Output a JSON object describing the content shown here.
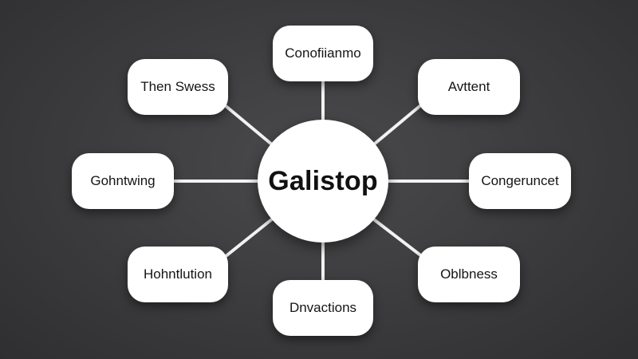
{
  "diagram": {
    "center": {
      "label": "Galistop"
    },
    "nodes": [
      {
        "id": "top",
        "label": "Conofiianmo"
      },
      {
        "id": "top-left",
        "label": "Then Swess"
      },
      {
        "id": "top-right",
        "label": "Avttent"
      },
      {
        "id": "left",
        "label": "Gohntwing"
      },
      {
        "id": "right",
        "label": "Congeruncet"
      },
      {
        "id": "bottom-left",
        "label": "Hohntlution"
      },
      {
        "id": "bottom-right",
        "label": "Oblbness"
      },
      {
        "id": "bottom",
        "label": "Dnvactions"
      }
    ]
  },
  "colors": {
    "background": "#3b3b3d",
    "node_fill": "#ffffff",
    "connector": "#f2f2f2",
    "text": "#111111"
  }
}
